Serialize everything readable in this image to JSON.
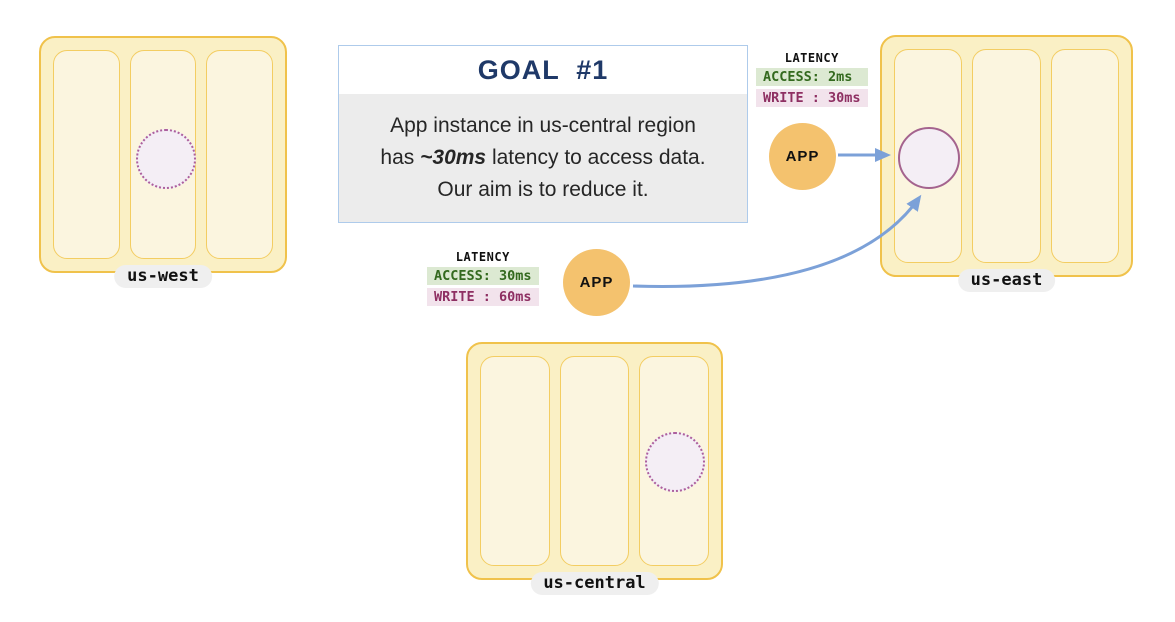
{
  "colors": {
    "region_fill": "#FAF0C5",
    "region_border": "#F0C24B",
    "column_fill": "#FBF5DF",
    "column_border": "#F3CD62",
    "circle_fill": "#F4EEF5",
    "circle_border": "#A4638E",
    "circle_dotted_border": "#AC5F9E",
    "app_fill": "#F4C26E",
    "arrow": "#7CA1D8",
    "goal_border": "#AECBEB",
    "goal_body_bg": "#ECECEC",
    "goal_title": "#1F3968",
    "access_bg": "#DCE9D2",
    "access_text": "#33691E",
    "write_bg": "#F2E3EC",
    "write_text": "#8E2F62",
    "label_pill_bg": "#EFEFEF"
  },
  "goal": {
    "title": "GOAL  #1",
    "lines": [
      {
        "pre": "App instance in us-central region",
        "em": "",
        "post": ""
      },
      {
        "pre": "has ",
        "em": "~30ms",
        "post": " latency to access data."
      },
      {
        "pre": "Our aim is to reduce it.",
        "em": "",
        "post": ""
      }
    ]
  },
  "regions": [
    {
      "label": "us-west"
    },
    {
      "label": "us-east"
    },
    {
      "label": "us-central"
    }
  ],
  "latency_tables": [
    {
      "title": "LATENCY",
      "rows": [
        {
          "text": "ACCESS: 2ms"
        },
        {
          "text": "WRITE : 30ms"
        }
      ]
    },
    {
      "title": "LATENCY",
      "rows": [
        {
          "text": "ACCESS: 30ms"
        },
        {
          "text": "WRITE : 60ms"
        }
      ]
    }
  ],
  "apps": [
    {
      "label": "APP"
    },
    {
      "label": "APP"
    }
  ]
}
